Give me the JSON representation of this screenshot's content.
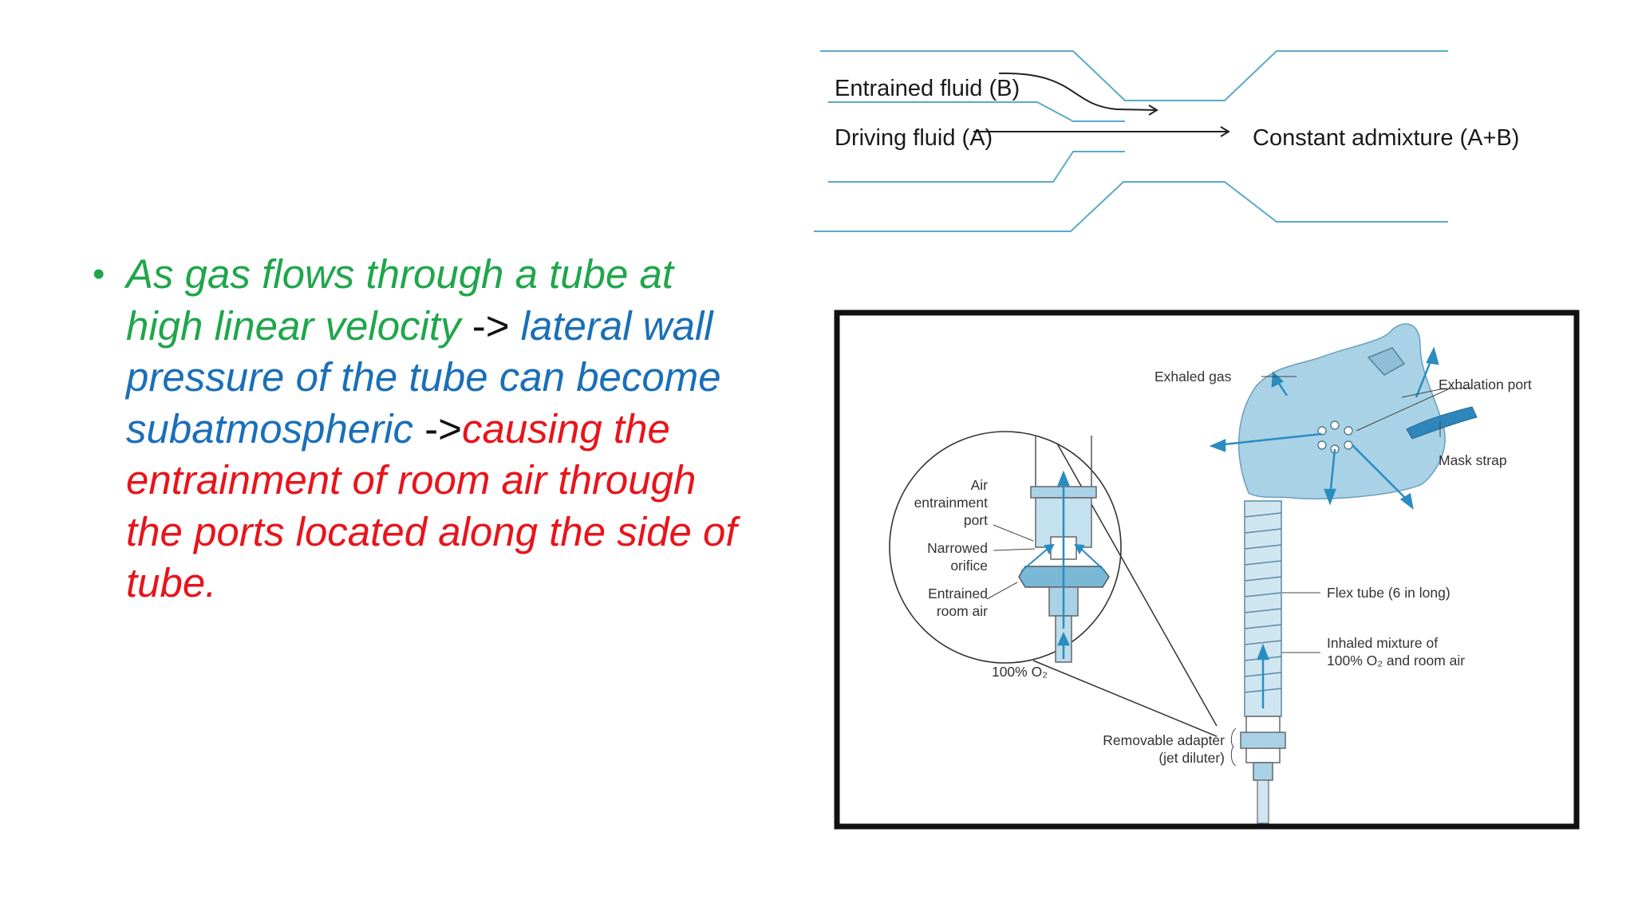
{
  "colors": {
    "green": "#1fa64b",
    "blue": "#1a6fb8",
    "red": "#e8141b",
    "diagram_line": "#5aaac8",
    "mask_fill": "#a9d2e6",
    "frame": "#111111"
  },
  "bullet": {
    "part1": "As gas flows through a tube at high linear velocity",
    "arrow1": " -> ",
    "part2": "lateral wall pressure of the tube can become subatmospheric",
    "arrow2": " ->",
    "part3": "causing the entrainment of room air through the ports located along the side of tube."
  },
  "venturi": {
    "entrained_label": "Entrained fluid (B)",
    "driving_label": "Driving fluid (A)",
    "admixture_label": "Constant admixture (A+B)"
  },
  "mask_figure": {
    "exhaled_gas": "Exhaled gas",
    "exhalation_port": "Exhalation port",
    "mask_strap": "Mask strap",
    "flex_tube": "Flex tube (6 in long)",
    "inhaled_line1": "Inhaled mixture of",
    "inhaled_line2": "100% O₂ and room air",
    "adapter_line1": "Removable adapter",
    "adapter_line2": "(jet diluter)",
    "air_port_line1": "Air",
    "air_port_line2": "entrainment",
    "air_port_line3": "port",
    "narrowed_line1": "Narrowed",
    "narrowed_line2": "orifice",
    "entrained_line1": "Entrained",
    "entrained_line2": "room air",
    "oxygen": "100% O₂"
  }
}
